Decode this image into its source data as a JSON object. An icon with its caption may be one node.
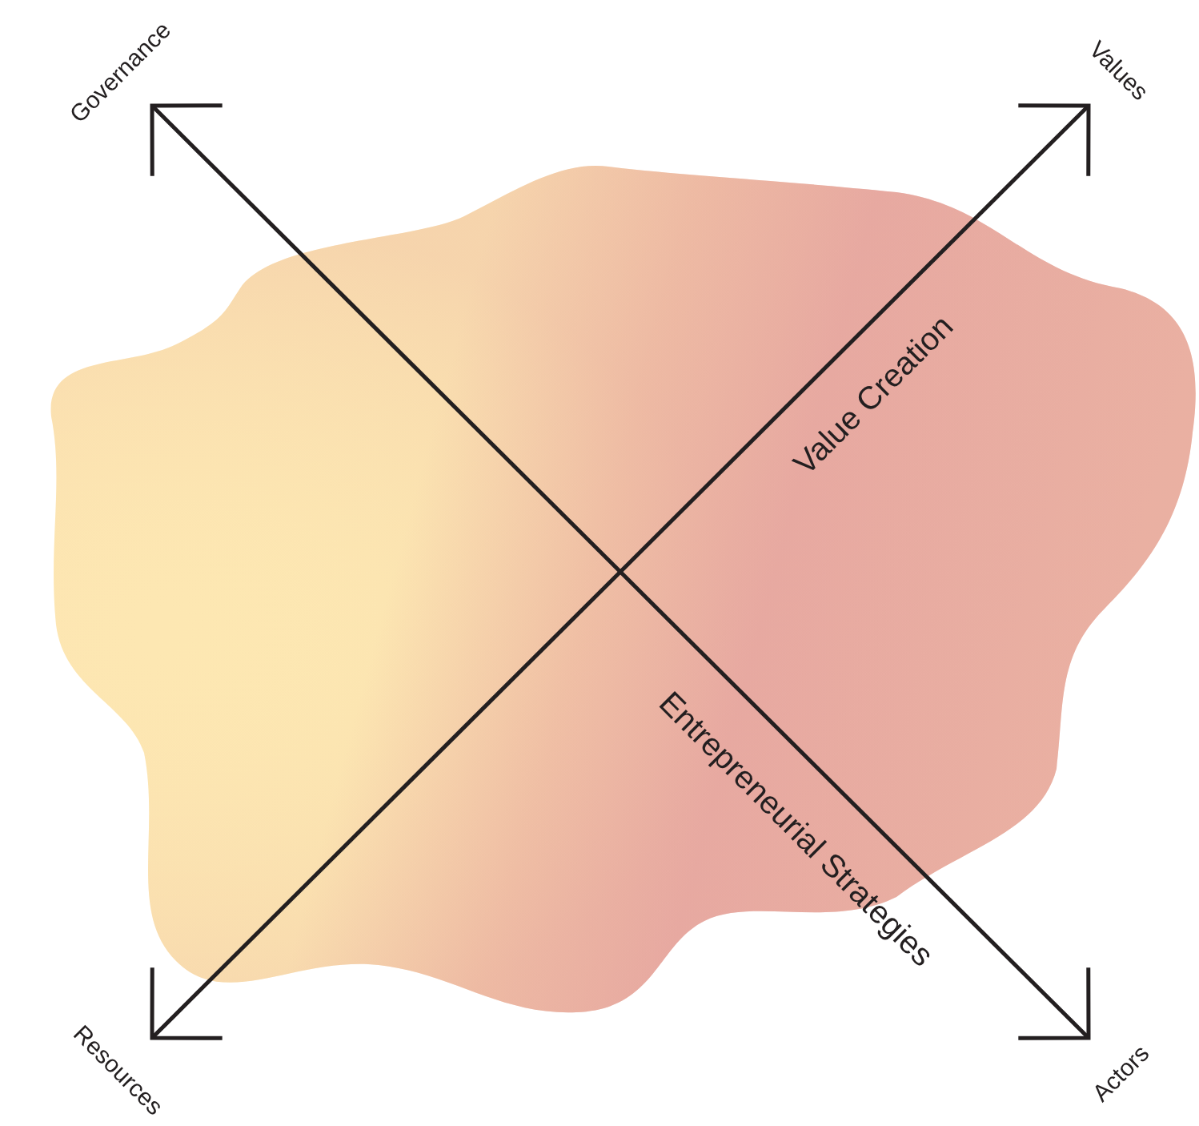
{
  "diagram": {
    "nodes": [
      {
        "text": [
          "Governance"
        ]
      },
      {
        "text": [
          "Values"
        ]
      },
      {
        "text": [
          "Resources"
        ]
      },
      {
        "text": [
          "Actors"
        ]
      }
    ],
    "edges": [
      {
        "from": 2,
        "to": 1,
        "arrow": "both",
        "label": "Value Creation"
      },
      {
        "from": 0,
        "to": 3,
        "arrow": "both",
        "label": "Entrepreneurial Strategies"
      }
    ]
  }
}
